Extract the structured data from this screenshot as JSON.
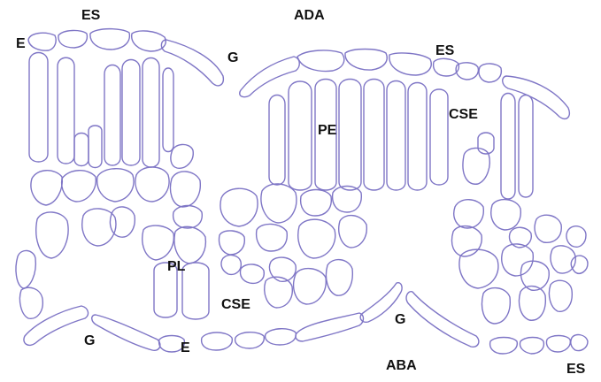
{
  "figure": {
    "stroke_color": "#7f76c6",
    "label_color": "#111111",
    "background": "#ffffff"
  },
  "labels": {
    "es_top_left": "ES",
    "ada": "ADA",
    "e_top_left": "E",
    "g_top": "G",
    "es_top_right": "ES",
    "cse_right": "CSE",
    "pe": "PE",
    "pl": "PL",
    "cse_bottom": "CSE",
    "g_bottom_right": "G",
    "g_bottom_left": "G",
    "e_bottom": "E",
    "aba": "ABA",
    "es_bottom_right": "ES"
  }
}
